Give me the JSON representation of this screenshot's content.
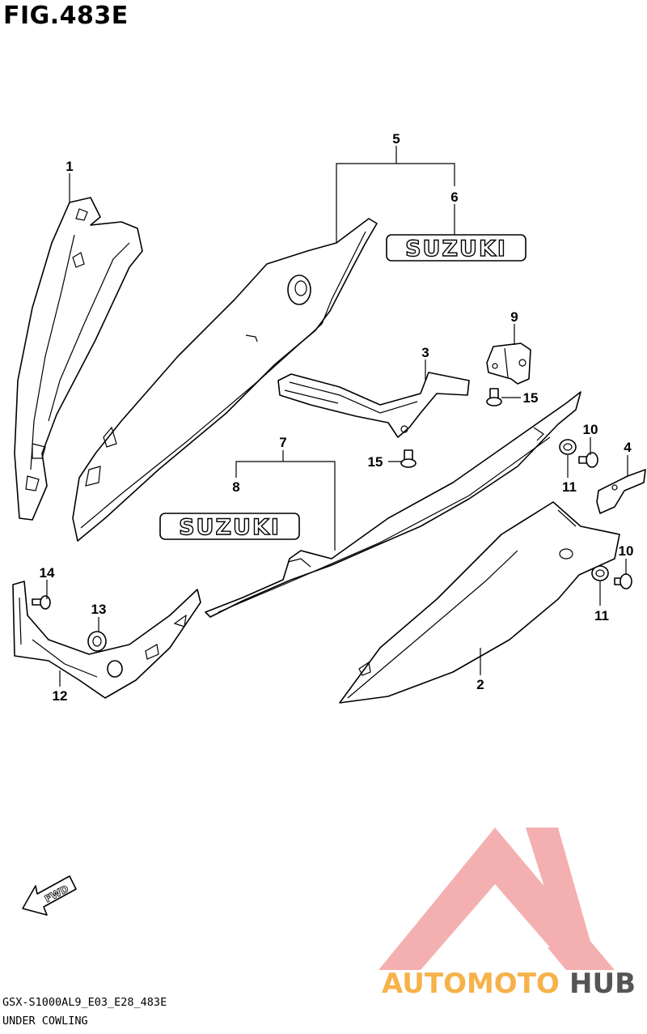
{
  "figure_title": "FIG.483E",
  "callouts": {
    "c1": "1",
    "c2": "2",
    "c3": "3",
    "c4": "4",
    "c5": "5",
    "c6": "6",
    "c7": "7",
    "c8": "8",
    "c9": "9",
    "c10a": "10",
    "c10b": "10",
    "c11a": "11",
    "c11b": "11",
    "c12": "12",
    "c13": "13",
    "c14": "14",
    "c15a": "15",
    "c15b": "15"
  },
  "logo_upper": "SUZUKI",
  "logo_lower": "SUZUKI",
  "fwd_label": "FWD",
  "footer": {
    "code": "GSX-S1000AL9_E03_E28_483E",
    "name": "UNDER COWLING"
  },
  "watermark": {
    "part1": "AUTOMOTO",
    "part2": "HUB",
    "color_primary": "#f08a8a",
    "color_secondary": "#f6b24a",
    "color_dark": "#555555"
  }
}
